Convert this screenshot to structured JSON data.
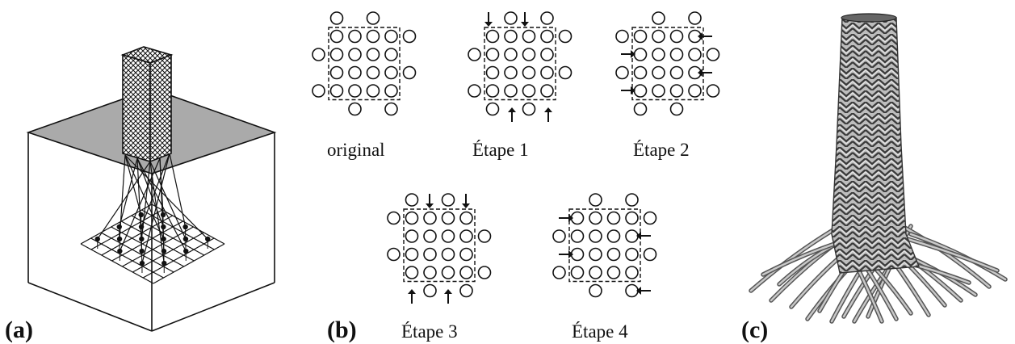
{
  "panels": {
    "a": {
      "label": "(a)"
    },
    "b": {
      "label": "(b)",
      "steps": [
        {
          "label": "original"
        },
        {
          "label": "Étape 1"
        },
        {
          "label": "Étape 2"
        },
        {
          "label": "Étape 3"
        },
        {
          "label": "Étape 4"
        }
      ]
    },
    "c": {
      "label": "(c)"
    }
  },
  "colors": {
    "ink": "#111111",
    "shade": "#aaaaaa",
    "braid": "#9a9a9a"
  }
}
